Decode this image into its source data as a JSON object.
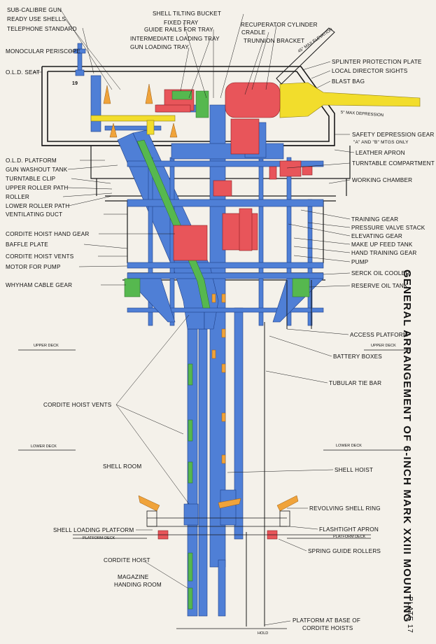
{
  "title": "GENERAL ARRANGEMENT OF 6-INCH MARK XXIII MOUNTING",
  "plate": "PLATE 17",
  "colors": {
    "blue": "#4f7fd6",
    "red": "#e8555a",
    "yellow": "#f2dd2c",
    "green": "#56b84f",
    "orange": "#f0a33a",
    "line": "#1a1a1a",
    "paper": "#f4f1ea"
  },
  "annotations": {
    "elevation": "45° MAX ELEVATION",
    "depression": "5° MAX DEPRESSION"
  },
  "decks": {
    "upper_left": "UPPER DECK",
    "upper_right": "UPPER DECK",
    "lower_left": "LOWER DECK",
    "lower_right": "LOWER DECK",
    "platform_left": "PLATFORM DECK",
    "platform_right": "PLATFORM DECK",
    "hold": "HOLD"
  },
  "labels_left": [
    "SUB-CALIBRE GUN",
    "READY USE SHELLS",
    "TELEPHONE STANDARD",
    "MONOCULAR PERISCOPE",
    "O.L.D. SEAT",
    "O.L.D. PLATFORM",
    "GUN WASHOUT TANK",
    "TURNTABLE CLIP",
    "UPPER ROLLER PATH",
    "ROLLER",
    "LOWER ROLLER PATH",
    "VENTILATING DUCT",
    "CORDITE HOIST HAND GEAR",
    "BAFFLE PLATE",
    "CORDITE HOIST VENTS",
    "MOTOR FOR PUMP",
    "WHYHAM CABLE GEAR"
  ],
  "labels_top": [
    "SHELL TILTING BUCKET",
    "FIXED TRAY",
    "GUIDE RAILS FOR TRAY",
    "INTERMEDIATE LOADING TRAY",
    "GUN LOADING TRAY",
    "RECUPERATOR CYLINDER",
    "CRADLE",
    "TRUNNION BRACKET"
  ],
  "labels_right": [
    "SPLINTER PROTECTION PLATE",
    "LOCAL DIRECTOR SIGHTS",
    "BLAST BAG",
    "SAFETY DEPRESSION GEAR",
    "\"A\" AND \"B\" MTGS ONLY",
    "LEATHER APRON",
    "TURNTABLE COMPARTMENT",
    "WORKING CHAMBER",
    "TRAINING GEAR",
    "PRESSURE VALVE STACK",
    "ELEVATING GEAR",
    "MAKE UP FEED TANK",
    "HAND TRAINING GEAR",
    "PUMP",
    "SERCK OIL COOLER",
    "RESERVE OIL TANK",
    "ACCESS PLATFORM",
    "BATTERY BOXES",
    "TUBULAR TIE BAR",
    "SHELL HOIST",
    "REVOLVING SHELL RING",
    "FLASHTIGHT APRON",
    "SPRING GUIDE ROLLERS"
  ],
  "labels_lower": {
    "cordite_vents": "CORDITE HOIST VENTS",
    "shell_room": "SHELL ROOM",
    "shell_loading_platform": "SHELL LOADING PLATFORM",
    "cordite_hoist": "CORDITE HOIST",
    "magazine_1": "MAGAZINE",
    "magazine_2": "HANDING ROOM",
    "platform_base_1": "PLATFORM AT BASE OF",
    "platform_base_2": "CORDITE HOISTS",
    "gun_number": "19"
  }
}
